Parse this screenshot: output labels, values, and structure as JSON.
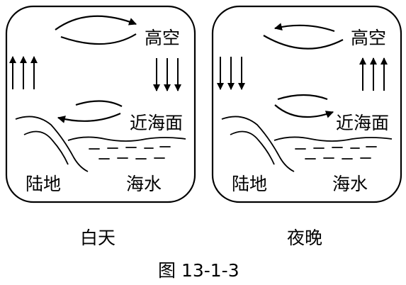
{
  "panels": [
    {
      "caption": "白天",
      "labels": {
        "upper_air": "高空",
        "near_sea_surface": "近海面",
        "land": "陆地",
        "sea_water": "海水"
      },
      "upper_flow": "land-to-sea",
      "surface_flow": "sea-to-land",
      "land_vertical_motion": "rising",
      "sea_vertical_motion": "sinking"
    },
    {
      "caption": "夜晚",
      "labels": {
        "upper_air": "高空",
        "near_sea_surface": "近海面",
        "land": "陆地",
        "sea_water": "海水"
      },
      "upper_flow": "sea-to-land",
      "surface_flow": "land-to-sea",
      "land_vertical_motion": "sinking",
      "sea_vertical_motion": "rising"
    }
  ],
  "figure_caption": "图 13-1-3"
}
